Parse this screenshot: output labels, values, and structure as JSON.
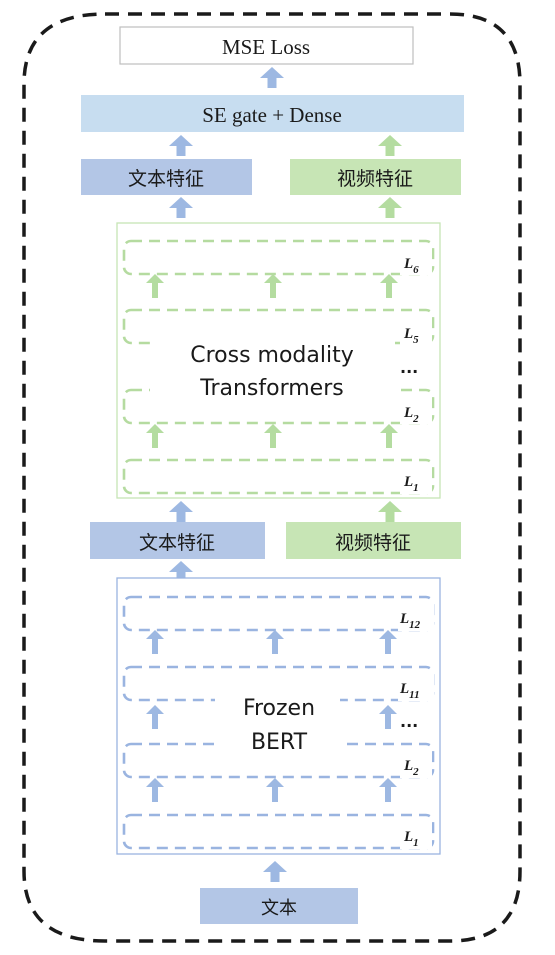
{
  "output": {
    "loss_label": "MSE Loss"
  },
  "fusion": {
    "label": "SE gate + Dense"
  },
  "top_features": {
    "text_label": "文本特征",
    "video_label": "视频特征"
  },
  "cross_modality": {
    "title_line1": "Cross modality",
    "title_line2": "Transformers",
    "layers": [
      {
        "base": "L",
        "sub": "6"
      },
      {
        "base": "L",
        "sub": "5"
      },
      {
        "base": "L",
        "sub": "2"
      },
      {
        "base": "L",
        "sub": "1"
      }
    ],
    "ellipsis": "..."
  },
  "mid_features": {
    "text_label": "文本特征",
    "video_label": "视频特征"
  },
  "bert": {
    "title_line1": "Frozen",
    "title_line2": "BERT",
    "layers": [
      {
        "base": "L",
        "sub": "12"
      },
      {
        "base": "L",
        "sub": "11"
      },
      {
        "base": "L",
        "sub": "2"
      },
      {
        "base": "L",
        "sub": "1"
      }
    ],
    "ellipsis": "..."
  },
  "input": {
    "label": "文本"
  },
  "colors": {
    "blue_fill": "#c7ddf0",
    "blue_dark_fill": "#b3c6e6",
    "green_fill": "#c7e5b5",
    "green_dash": "#b5dba0",
    "blue_dash": "#9ab4e0",
    "blue_arrow": "#9db8e2",
    "green_arrow": "#b4dca0",
    "outer_dash": "#1a1a1a"
  }
}
